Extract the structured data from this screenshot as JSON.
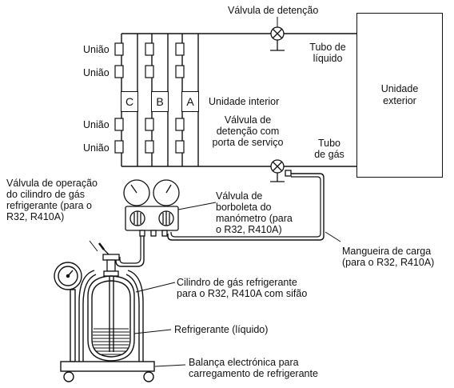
{
  "labels": {
    "valvula_detencao": "Válvula de detenção",
    "uniao_1": "União",
    "uniao_2": "União",
    "uniao_3": "União",
    "uniao_4": "União",
    "tubo_liquido_1": "Tubo de",
    "tubo_liquido_2": "líquido",
    "unidade_exterior_1": "Unidade",
    "unidade_exterior_2": "exterior",
    "unidade_interior": "Unidade interior",
    "unit_c": "C",
    "unit_b": "B",
    "unit_a": "A",
    "valvula_servico_1": "Válvula de",
    "valvula_servico_2": "detenção com",
    "valvula_servico_3": "porta de serviço",
    "tubo_gas_1": "Tubo",
    "tubo_gas_2": "de gás",
    "valvula_operacao_1": "Válvula de operação",
    "valvula_operacao_2": "do cilindro de gás",
    "valvula_operacao_3": "refrigerante (para o",
    "valvula_operacao_4": "R32, R410A)",
    "valvula_borboleta_1": "Válvula de",
    "valvula_borboleta_2": "borboleta do",
    "valvula_borboleta_3": "manómetro (para",
    "valvula_borboleta_4": "o R32, R410A)",
    "mangueira_1": "Mangueira de carga",
    "mangueira_2": "(para o R32, R410A)",
    "cilindro_1": "Cilindro de gás refrigerante",
    "cilindro_2": "para o R32, R410A com sifão",
    "refrigerante": "Refrigerante (líquido)",
    "balanca_1": "Balança electrónica para",
    "balanca_2": "carregamento de refrigerante"
  }
}
